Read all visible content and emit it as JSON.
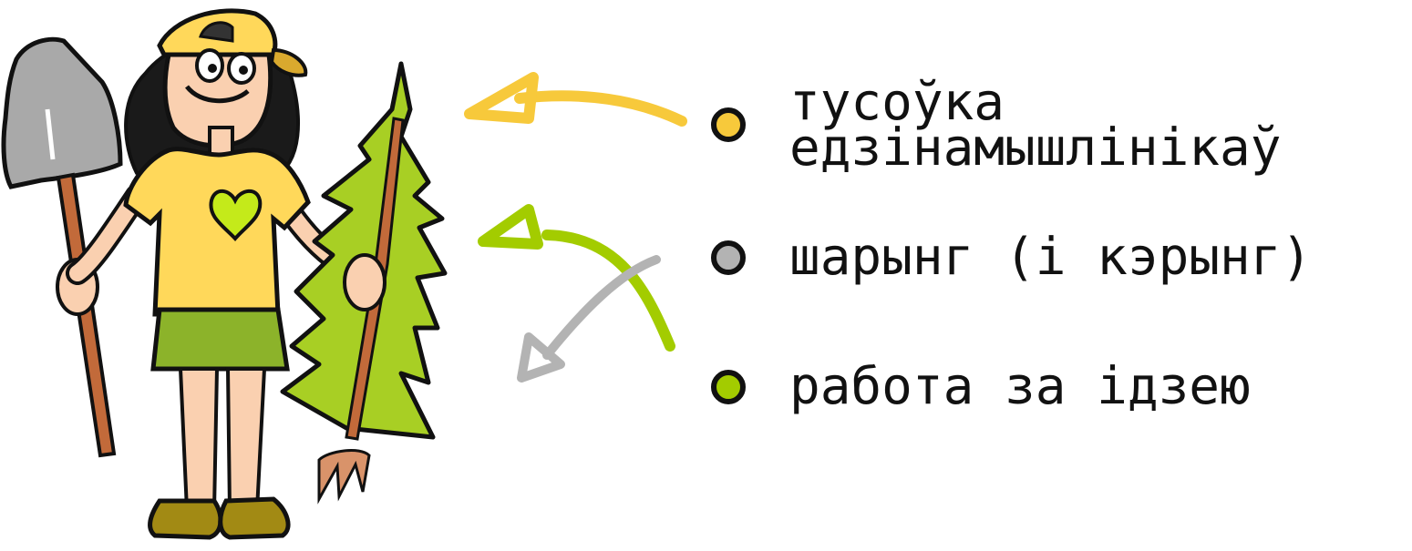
{
  "colors": {
    "yellow": "#f7c93b",
    "gray": "#b3b3b3",
    "green": "#a3cc00",
    "outline": "#111111",
    "skin": "#fad0b0",
    "shirt": "#ffd85a",
    "skirt": "#8cb32a",
    "tree": "#a8cf24",
    "handle": "#c26a3a",
    "shovel": "#a9a9a9",
    "boots": "#a28a14"
  },
  "icons": {
    "character": "gardener-girl-illustration",
    "shovel": "shovel-icon",
    "tree": "fir-tree-icon",
    "pitchfork": "pitchfork-icon",
    "arrows": "hand-drawn-arrow-icon"
  },
  "legend": {
    "items": [
      {
        "color": "#f7c93b",
        "lines": [
          "тусоўка",
          "едзінамышлінікаў"
        ]
      },
      {
        "color": "#b3b3b3",
        "lines": [
          "шарынг (і кэрынг)"
        ]
      },
      {
        "color": "#a3cc00",
        "lines": [
          "работа за ідзею"
        ]
      }
    ]
  }
}
